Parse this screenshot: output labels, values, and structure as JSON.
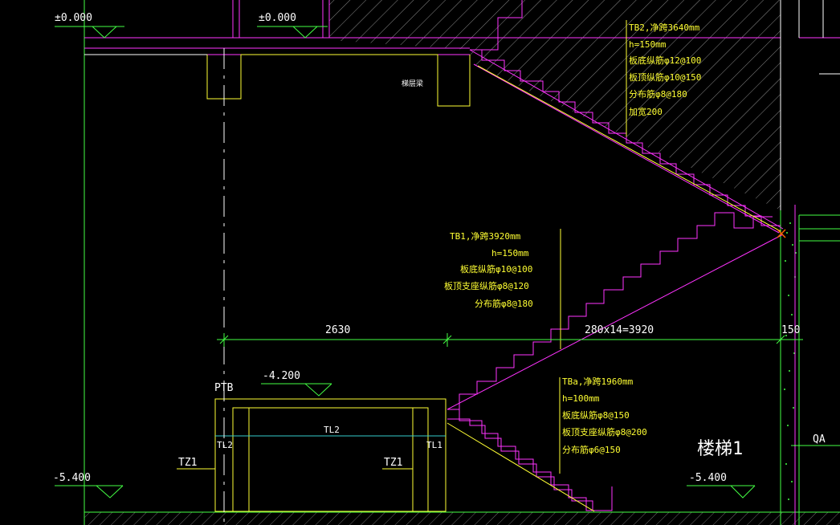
{
  "colors": {
    "background": "#000000",
    "green": "#44ff44",
    "magenta": "#ff33ff",
    "yellow": "#ffff33",
    "white": "#ffffff",
    "cyan": "#33cccc",
    "orange": "#ff6600",
    "hatch": "#9a9a9a"
  },
  "elevations": {
    "top_left": "±0.000",
    "top_mid": "±0.000",
    "landing": "-4.200",
    "bottom_left": "-5.400",
    "bottom_right": "-5.400"
  },
  "dimensions": {
    "landing_width": "2630",
    "steps": "280x14=3920",
    "wall": "150"
  },
  "tb2": {
    "lines": [
      "TB2,净跨3640mm",
      "h=150mm",
      "板底纵筋φ12@100",
      "板顶纵筋φ10@150",
      "分布筋φ8@180",
      "加宽200"
    ]
  },
  "tb1": {
    "lines": [
      "TB1,净跨3920mm",
      "h=150mm",
      "板底纵筋φ10@100",
      "板顶支座纵筋φ8@120",
      "分布筋φ8@180"
    ]
  },
  "tba": {
    "lines": [
      "TBa,净跨1960mm",
      "h=100mm",
      "板底纵筋φ8@150",
      "板顶支座纵筋φ8@200",
      "分布筋φ6@150"
    ]
  },
  "labels": {
    "beam_note": "梯层梁",
    "ptb": "PTB",
    "tl2_left": "TL2",
    "tl2_mid": "TL2",
    "tl1": "TL1",
    "tz1_left": "TZ1",
    "tz1_mid": "TZ1",
    "stair_title": "楼梯1",
    "axis": "QA"
  }
}
